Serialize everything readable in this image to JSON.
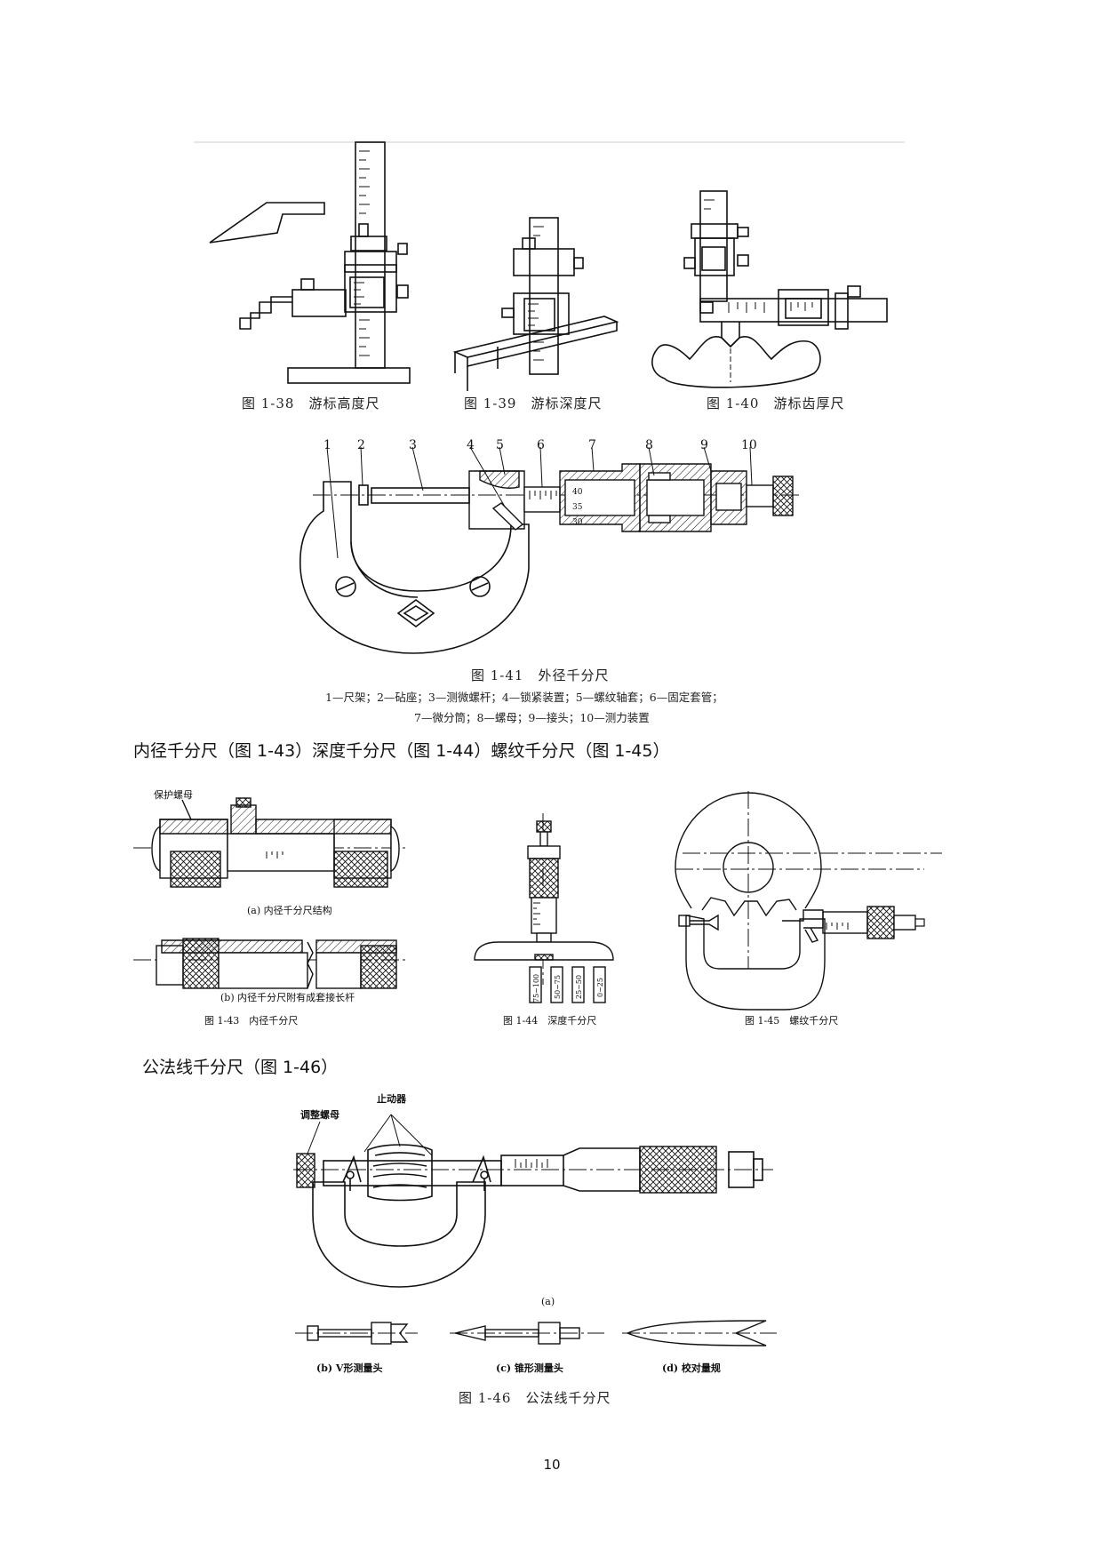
{
  "figures": {
    "fig_1_38": {
      "caption": "图 1-38　游标高度尺"
    },
    "fig_1_39": {
      "caption": "图 1-39　游标深度尺"
    },
    "fig_1_40": {
      "caption": "图 1-40　游标齿厚尺"
    },
    "fig_1_41": {
      "caption": "图 1-41　外径千分尺",
      "legend_line1": "1—尺架；2—砧座；3—测微螺杆；4—锁紧装置；5—螺纹轴套；6—固定套管；",
      "legend_line2": "7—微分筒；8—螺母；9—接头；10—测力装置",
      "callouts": [
        "1",
        "2",
        "3",
        "4",
        "5",
        "6",
        "7",
        "8",
        "9",
        "10"
      ],
      "scale_labels": [
        "40",
        "35",
        "30"
      ]
    },
    "fig_1_43": {
      "label_nut": "保护螺母",
      "sub_a": "(a) 内径千分尺结构",
      "sub_b": "(b) 内径千分尺附有成套接长杆",
      "caption": "图 1-43　内径千分尺"
    },
    "fig_1_44": {
      "caption": "图 1-44　深度千分尺",
      "rods": [
        "75~100",
        "50~75",
        "25~50",
        "0~25"
      ]
    },
    "fig_1_45": {
      "caption": "图 1-45　螺纹千分尺"
    },
    "fig_1_46": {
      "label_adjust_nut": "调整螺母",
      "label_stopper": "止动器",
      "sub_a": "(a)",
      "sub_b": "(b) V形测量头",
      "sub_c": "(c) 锥形测量头",
      "sub_d": "(d) 校对量规",
      "caption": "图 1-46　公法线千分尺"
    }
  },
  "text": {
    "line_1": "内径千分尺（图 1-43）深度千分尺（图 1-44）螺纹千分尺（图 1-45）",
    "line_2": "公法线千分尺（图 1-46）"
  },
  "page_number": "10"
}
